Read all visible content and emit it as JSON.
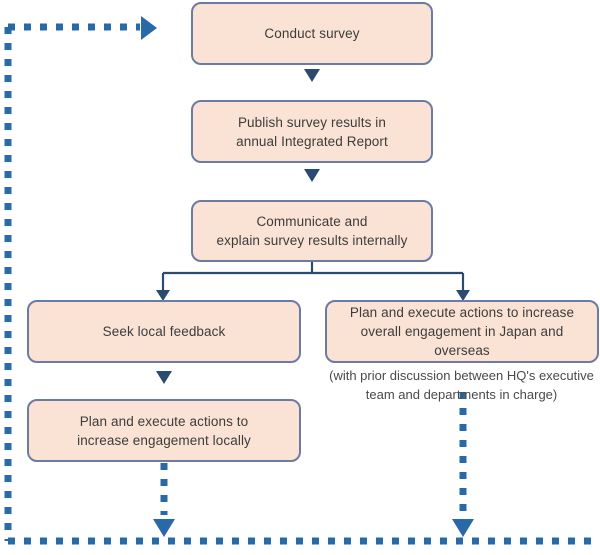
{
  "diagram": {
    "title": "Employee engagement survey process flow",
    "colors": {
      "node_fill": "#fae3d5",
      "node_border": "#6b7ba4",
      "connector": "#2b4a72",
      "feedback_loop": "#2a69a8",
      "text": "#3c3c3c"
    },
    "nodes": [
      {
        "id": "conduct-survey",
        "label": "Conduct survey"
      },
      {
        "id": "publish-results",
        "label": "Publish survey results in\nannual Integrated Report"
      },
      {
        "id": "communicate-results",
        "label": "Communicate and\nexplain survey results internally"
      },
      {
        "id": "seek-local-feedback",
        "label": "Seek local feedback"
      },
      {
        "id": "plan-global-actions",
        "label": "Plan and execute actions to increase\noverall engagement in Japan and overseas"
      },
      {
        "id": "plan-local-actions",
        "label": "Plan and execute actions to\nincrease engagement locally"
      }
    ],
    "captions": [
      {
        "id": "global-actions-note",
        "text": "(with prior discussion between HQ's executive\nteam and departments in charge)"
      }
    ]
  }
}
